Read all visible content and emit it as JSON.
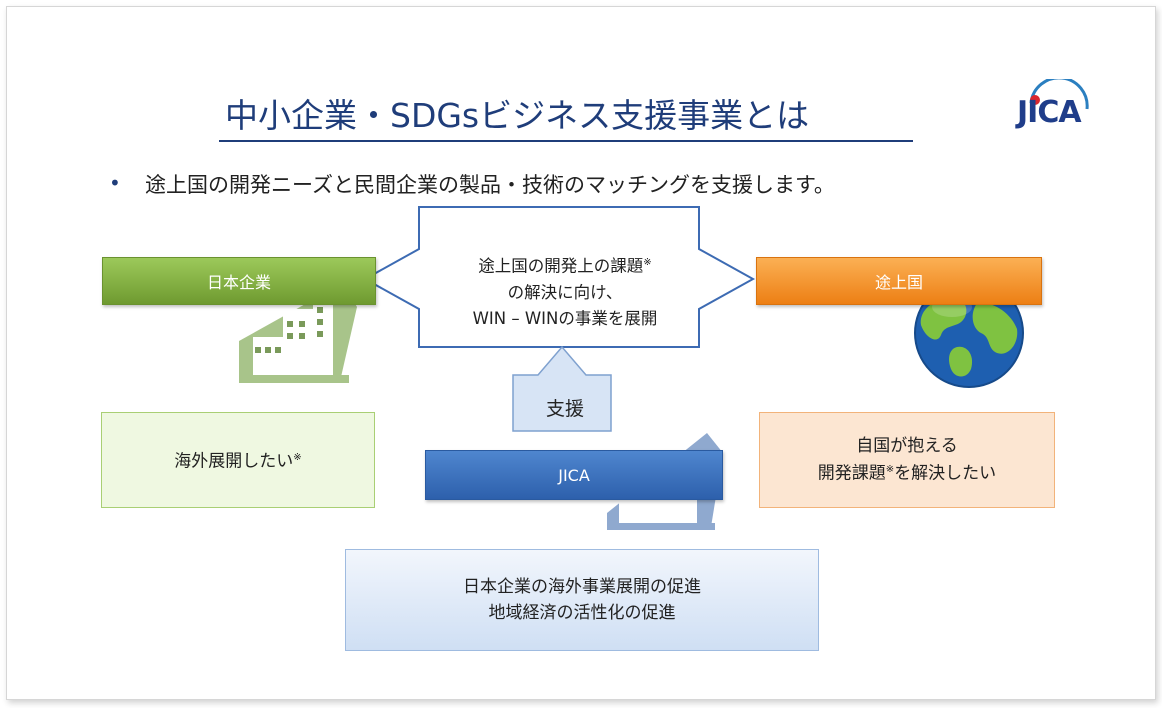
{
  "slide": {
    "title": "中小企業・SDGsビジネス支援事業とは",
    "logo_text": "JICA",
    "bullet_symbol": "•",
    "bullet_text": "途上国の開発ニーズと民間企業の製品・技術のマッチングを支援します。"
  },
  "diagram": {
    "left_label": "日本企業",
    "right_label": "途上国",
    "center": {
      "line1": "途上国の開発上の課題",
      "line1_note": "※",
      "line2": "の解決に向け、",
      "line3": "WIN – WINの事業を展開"
    },
    "support_label": "支援",
    "jica_label": "JICA",
    "left_box": {
      "text": "海外展開したい",
      "note": "※"
    },
    "right_box": {
      "line1": "自国が抱える",
      "line2a": "開発課題",
      "note": "※",
      "line2b": "を解決したい"
    },
    "bottom_box": {
      "line1": "日本企業の海外事業展開の促進",
      "line2": "地域経済の活性化の促進"
    }
  },
  "colors": {
    "title": "#1f3d7a",
    "green": "#78a33a",
    "orange": "#f08a1f",
    "blue": "#3466b4"
  }
}
